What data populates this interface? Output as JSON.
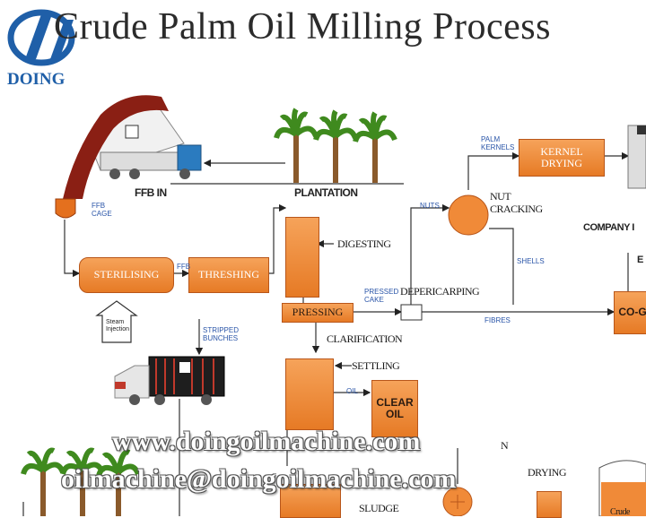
{
  "header": {
    "title": "Crude Palm Oil Milling Process",
    "brand": "DOING"
  },
  "nodes": {
    "ffb_in": "FFB IN",
    "plantation": "PLANTATION",
    "ffb_cage": "FFB\nCAGE",
    "sterilising": "STERILISING",
    "ffb_small": "FFB",
    "threshing": "THRESHING",
    "digesting": "DIGESTING",
    "pressing": "PRESSING",
    "pressed_cake": "PRESSED\nCAKE",
    "depericarping": "DEPERICARPING",
    "nuts": "NUTS",
    "nut_cracking": "NUT\nCRACKING",
    "palm_kernels": "PALM\nKERNELS",
    "kernel_drying": "KERNEL\nDRYING",
    "company": "COMPANY I",
    "shells": "SHELLS",
    "fibres": "FIBRES",
    "co_gen": "CO-G",
    "clarification": "CLARIFICATION",
    "settling": "SETTLING",
    "oil": "OIL",
    "clear_oil": "CLEAR\nOIL",
    "stripped_bunches": "STRIPPED\nBUNCHES",
    "steam_injection": "Steam\nInjection",
    "drying": "DRYING",
    "sludge": "SLUDGE",
    "crude": "Crude",
    "n_fragment": "N",
    "e_fragment": "E"
  },
  "watermark": {
    "website": "www.doingoilmachine.com",
    "email": "oilmachine@doingoilmachine.com"
  },
  "colors": {
    "box_fill": "#ef8a36",
    "title": "#2b2b2b",
    "brand": "#1f5fa8",
    "label_blue": "#2a55a8"
  }
}
